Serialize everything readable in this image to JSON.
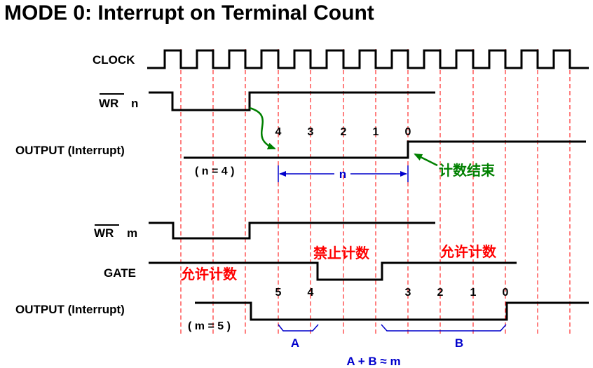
{
  "title": "MODE 0: Interrupt on Terminal Count",
  "signals": {
    "clock": "CLOCK",
    "wr_n": "WR",
    "wr_n_suffix": "n",
    "output1": "OUTPUT (Interrupt)",
    "n_eq": "( n = 4 )",
    "wr_m": "WR",
    "wr_m_suffix": "m",
    "gate": "GATE",
    "output2": "OUTPUT (Interrupt)",
    "m_eq": "( m = 5 )"
  },
  "counts_top": [
    "4",
    "3",
    "2",
    "1",
    "0"
  ],
  "counts_bottom": [
    "5",
    "4",
    "3",
    "2",
    "1",
    "0"
  ],
  "annotations": {
    "n_label": "n",
    "count_end": "计数结束",
    "allow_left": "允许计数",
    "forbid": "禁止计数",
    "allow_right": "允许计数",
    "a_label": "A",
    "b_label": "B",
    "sum": "A + B ≈ m"
  },
  "colors": {
    "signal": "#000000",
    "grid": "#ff0000",
    "annotation_red": "#ff0000",
    "annotation_green": "#008000",
    "annotation_blue": "#0000cc"
  }
}
